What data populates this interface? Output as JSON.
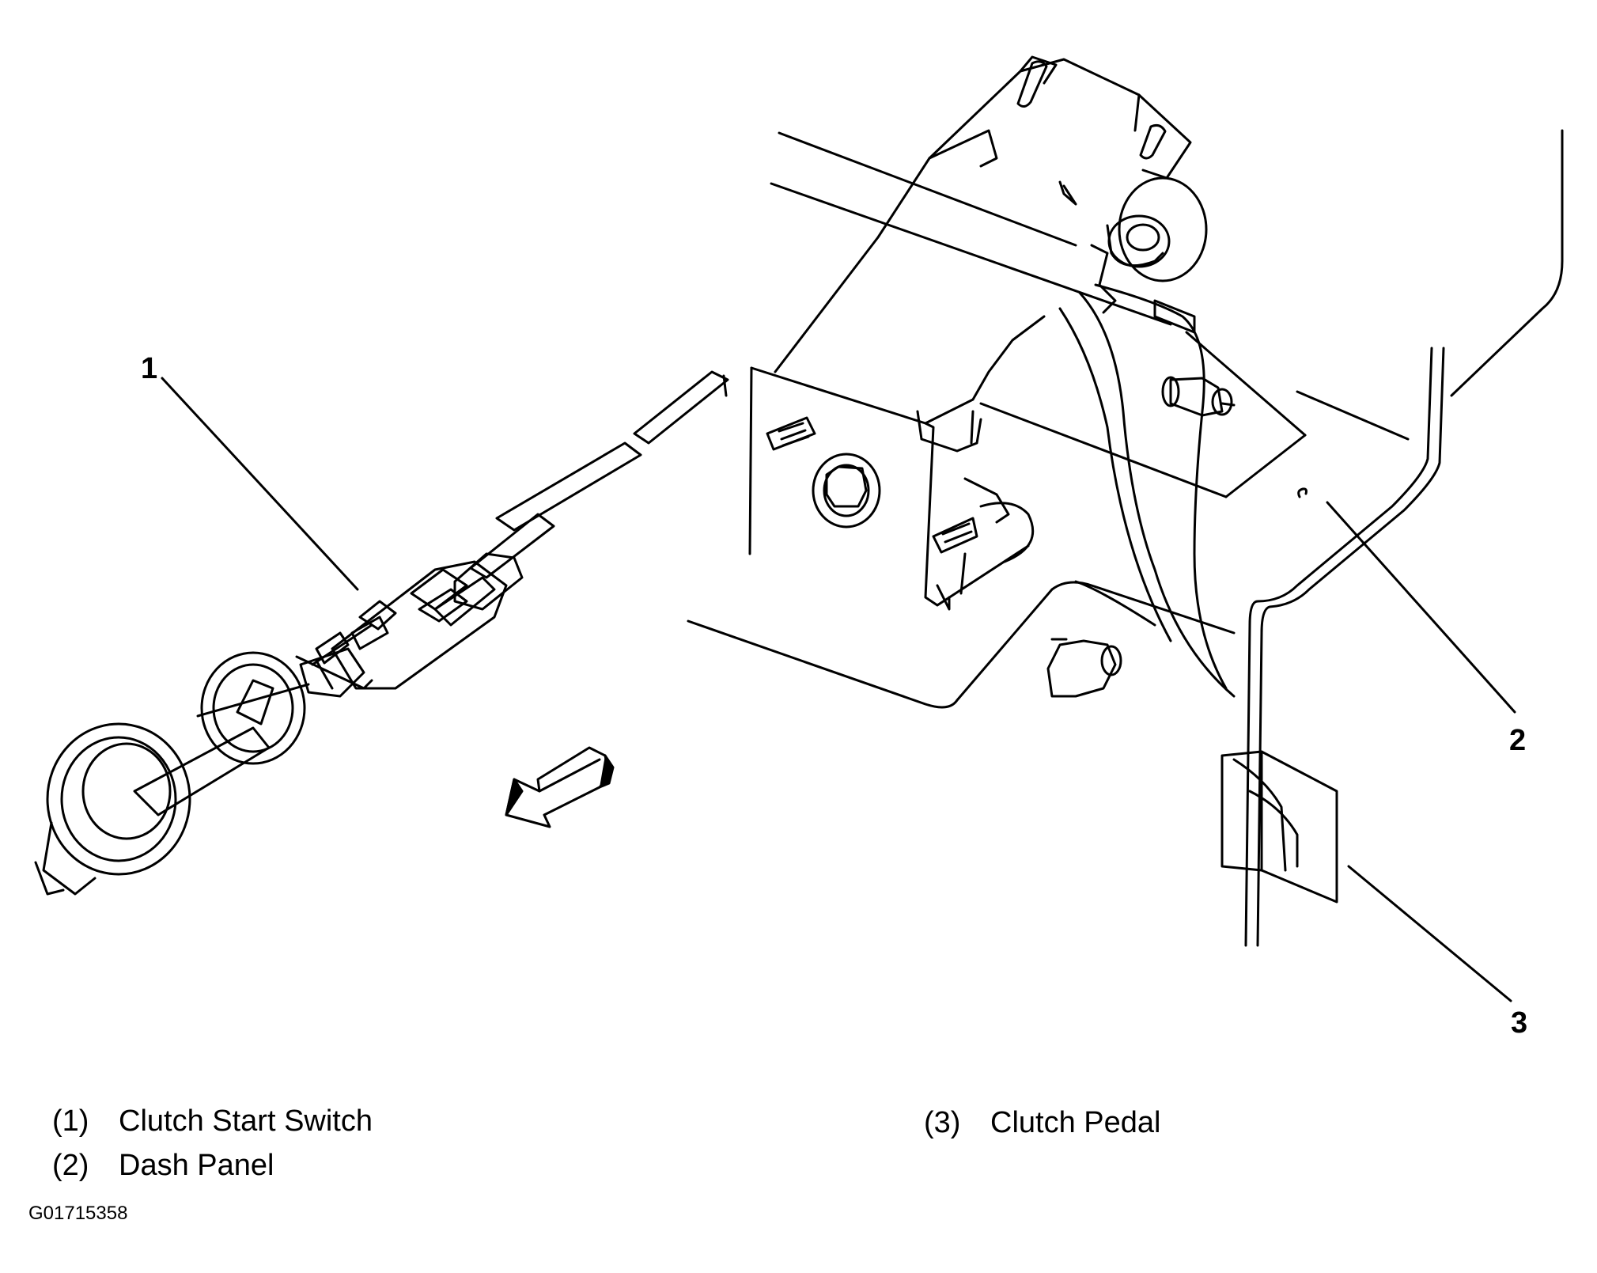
{
  "diagram": {
    "callouts": [
      "1",
      "2",
      "3"
    ],
    "legend": [
      {
        "number": "(1)",
        "label": "Clutch Start Switch"
      },
      {
        "number": "(2)",
        "label": "Dash Panel"
      },
      {
        "number": "(3)",
        "label": "Clutch Pedal"
      }
    ],
    "figure_id": "G01715358",
    "line_color": "#000000",
    "background": "#ffffff"
  }
}
